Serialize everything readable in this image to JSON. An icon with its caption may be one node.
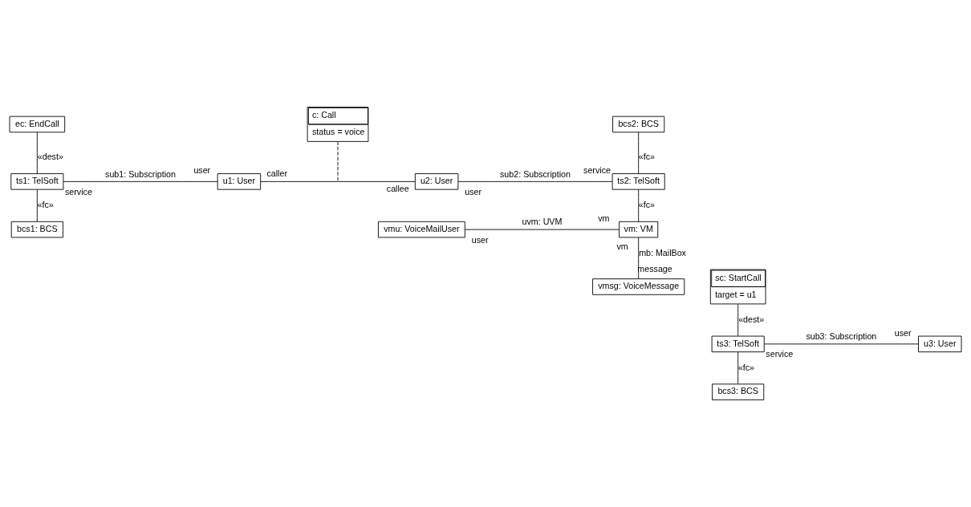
{
  "diagram": {
    "nodes": [
      {
        "text": [
          "ec: EndCall"
        ]
      },
      {
        "text": [
          "c: Call",
          "status = voice"
        ]
      },
      {
        "text": [
          "bcs2: BCS"
        ]
      },
      {
        "text": [
          "ts1: TelSoft"
        ]
      },
      {
        "text": [
          "u1: User"
        ]
      },
      {
        "text": [
          "u2: User"
        ]
      },
      {
        "text": [
          "ts2: TelSoft"
        ]
      },
      {
        "text": [
          "bcs1: BCS"
        ]
      },
      {
        "text": [
          "vmu: VoiceMailUser"
        ]
      },
      {
        "text": [
          "vm: VM"
        ]
      },
      {
        "text": [
          "sc: StartCall",
          "target = u1"
        ]
      },
      {
        "text": [
          "vmsg: VoiceMessage"
        ]
      },
      {
        "text": [
          "ts3: TelSoft"
        ]
      },
      {
        "text": [
          "u3: User"
        ]
      },
      {
        "text": [
          "bcs3: BCS"
        ]
      }
    ],
    "edges": [
      {
        "from": 0,
        "to": 3,
        "arrow": "none",
        "label": "«dest»"
      },
      {
        "from": 3,
        "to": 7,
        "arrow": "none",
        "label": "«fc»"
      },
      {
        "from": 3,
        "to": 4,
        "arrow": "none",
        "label": "sub1: Subscription"
      },
      {
        "from": 4,
        "to": 5,
        "arrow": "none"
      },
      {
        "from": 1,
        "to": null,
        "arrow": "none",
        "style": "dashed"
      },
      {
        "from": 2,
        "to": 6,
        "arrow": "none",
        "label": "«fc»"
      },
      {
        "from": 5,
        "to": 6,
        "arrow": "none",
        "label": "sub2: Subscription"
      },
      {
        "from": 6,
        "to": 9,
        "arrow": "none",
        "label": "«fc»"
      },
      {
        "from": 8,
        "to": 9,
        "arrow": "none",
        "label": "uvm: UVM"
      },
      {
        "from": 9,
        "to": 11,
        "arrow": "none",
        "label": "mb: MailBox"
      },
      {
        "from": 10,
        "to": 12,
        "arrow": "none",
        "label": "«dest»"
      },
      {
        "from": 12,
        "to": 14,
        "arrow": "none",
        "label": "«fc»"
      },
      {
        "from": 12,
        "to": 13,
        "arrow": "none",
        "label": "sub3: Subscription"
      }
    ],
    "labels": [
      "caller",
      "callee",
      "service",
      "user",
      "user",
      "service",
      "user",
      "vm",
      "vm",
      "message",
      "service",
      "user"
    ]
  }
}
